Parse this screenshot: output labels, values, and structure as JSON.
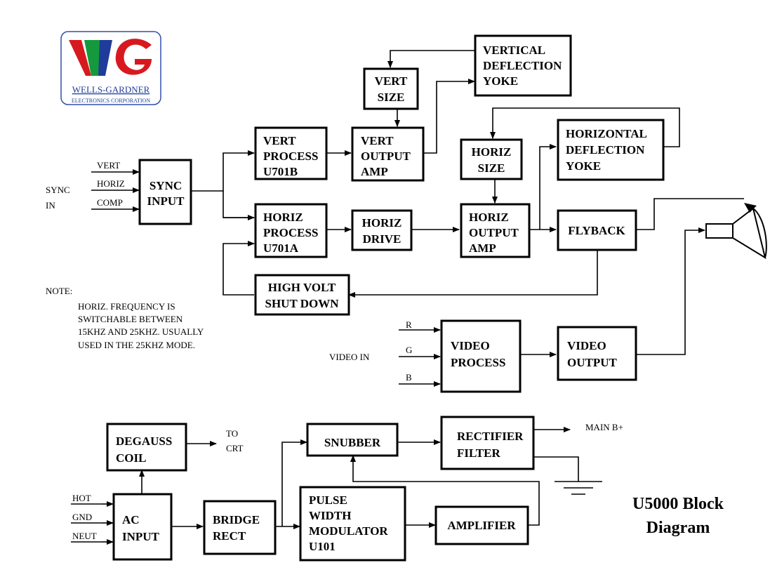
{
  "logo": {
    "mark": "WG",
    "name": "WELLS-GARDNER",
    "subtitle": "ELECTRONICS CORPORATION",
    "colors": {
      "red": "#d7191f",
      "green": "#149a3c",
      "blue": "#1f3c9a",
      "frame": "#3050a8"
    }
  },
  "title": {
    "line1": "U5000 Block",
    "line2": "Diagram"
  },
  "blocks": {
    "sync_input": {
      "l1": "SYNC",
      "l2": "INPUT"
    },
    "vert_process": {
      "l1": "VERT",
      "l2": "PROCESS",
      "l3": "U701B"
    },
    "horiz_process": {
      "l1": "HORIZ",
      "l2": "PROCESS",
      "l3": "U701A"
    },
    "vert_size": {
      "l1": "VERT",
      "l2": "SIZE"
    },
    "vert_output": {
      "l1": "VERT",
      "l2": "OUTPUT",
      "l3": "AMP"
    },
    "vert_yoke": {
      "l1": "VERTICAL",
      "l2": "DEFLECTION",
      "l3": "YOKE"
    },
    "horiz_drive": {
      "l1": "HORIZ",
      "l2": "DRIVE"
    },
    "horiz_size": {
      "l1": "HORIZ",
      "l2": "SIZE"
    },
    "horiz_output": {
      "l1": "HORIZ",
      "l2": "OUTPUT",
      "l3": "AMP"
    },
    "horiz_yoke": {
      "l1": "HORIZONTAL",
      "l2": "DEFLECTION",
      "l3": "YOKE"
    },
    "flyback": {
      "l1": "FLYBACK"
    },
    "high_volt": {
      "l1": "HIGH VOLT",
      "l2": "SHUT DOWN"
    },
    "video_process": {
      "l1": "VIDEO",
      "l2": "PROCESS"
    },
    "video_output": {
      "l1": "VIDEO",
      "l2": "OUTPUT"
    },
    "degauss": {
      "l1": "DEGAUSS",
      "l2": "COIL"
    },
    "ac_input": {
      "l1": "AC",
      "l2": "INPUT"
    },
    "bridge": {
      "l1": "BRIDGE",
      "l2": "RECT"
    },
    "snubber": {
      "l1": "SNUBBER"
    },
    "rectifier": {
      "l1": "RECTIFIER",
      "l2": "FILTER"
    },
    "pwm": {
      "l1": "PULSE",
      "l2": "WIDTH",
      "l3": "MODULATOR",
      "l4": "U101"
    },
    "amplifier": {
      "l1": "AMPLIFIER"
    }
  },
  "labels": {
    "vert": "VERT",
    "horiz": "HORIZ",
    "comp": "COMP",
    "sync_in_1": "SYNC",
    "sync_in_2": "IN",
    "r": "R",
    "g": "G",
    "b": "B",
    "video_in": "VIDEO IN",
    "hot": "HOT",
    "gnd": "GND",
    "neut": "NEUT",
    "to_crt_1": "TO",
    "to_crt_2": "CRT",
    "main_b": "MAIN B+"
  },
  "note": {
    "heading": "NOTE:",
    "lines": [
      "HORIZ. FREQUENCY IS",
      "SWITCHABLE BETWEEN",
      "15KHZ AND 25KHZ. USUALLY",
      "USED IN THE 25KHZ MODE."
    ]
  }
}
